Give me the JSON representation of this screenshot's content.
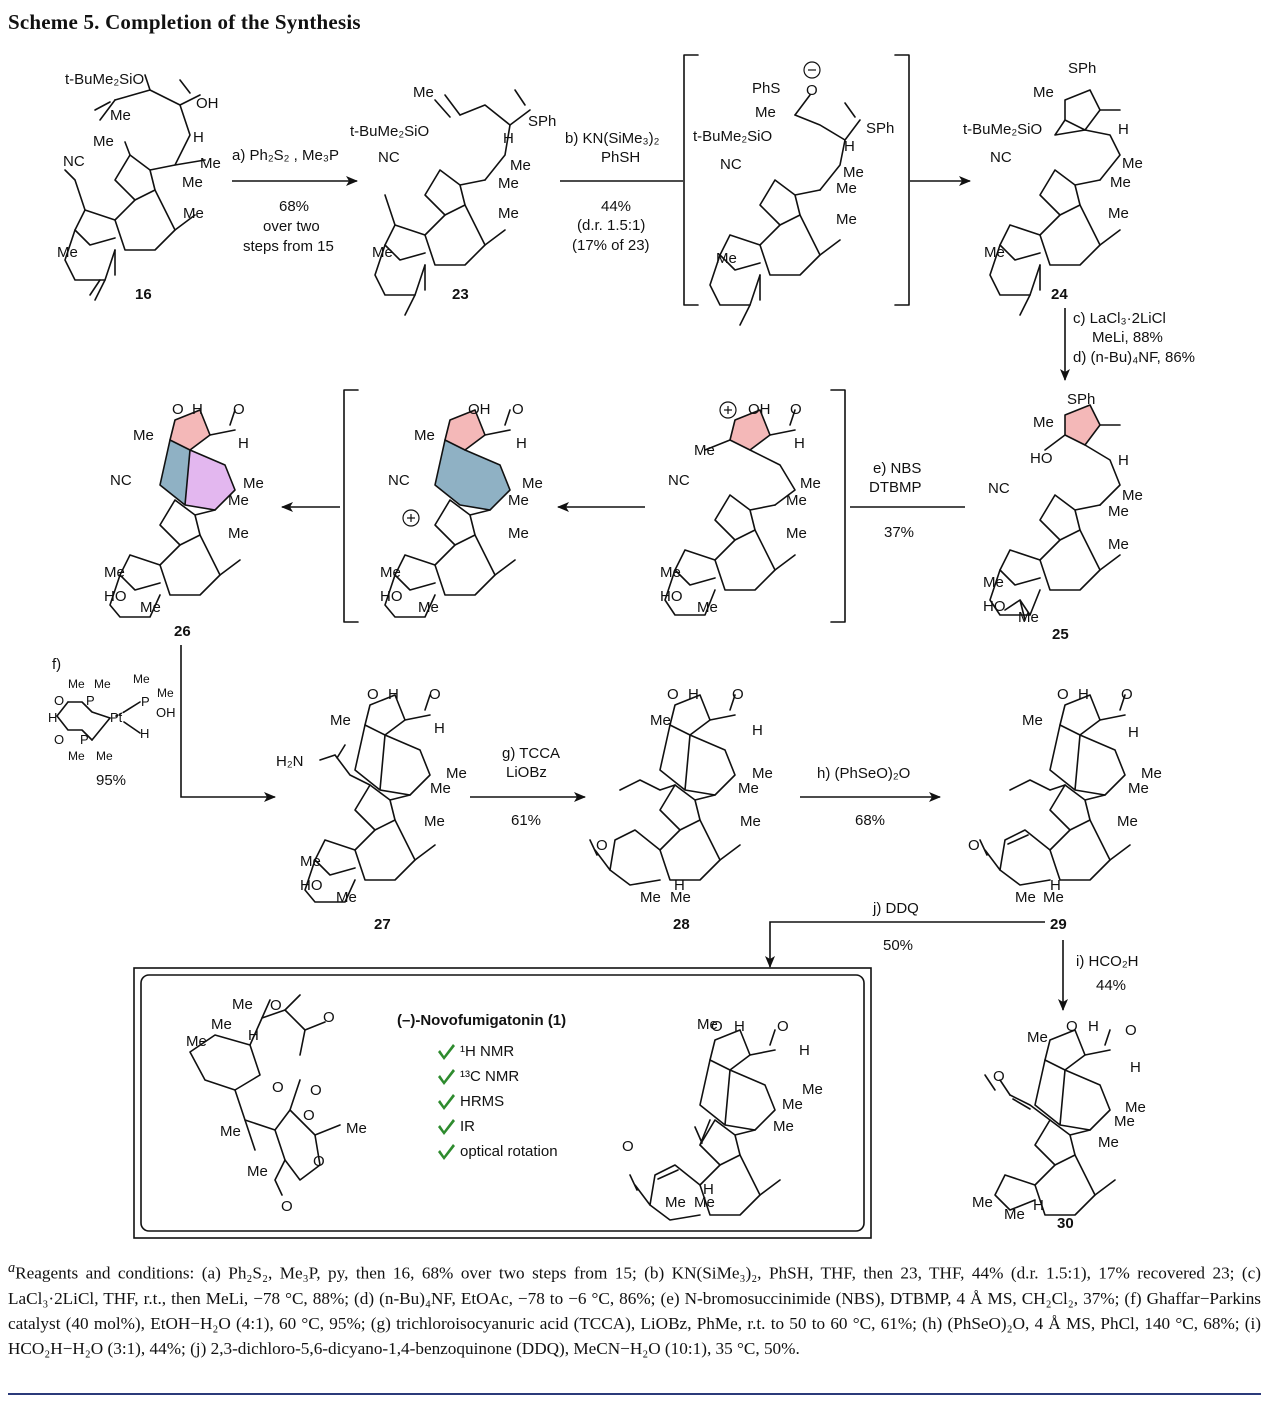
{
  "scheme_title": "Scheme 5. Completion of the Synthesis",
  "compounds": {
    "c16": "16",
    "c23": "23",
    "c24": "24",
    "c25": "25",
    "c26": "26",
    "c27": "27",
    "c28": "28",
    "c29": "29",
    "c30": "30"
  },
  "groups": {
    "tbs": "t-BuMe₂SiO",
    "me": "Me",
    "nc": "NC",
    "oh": "OH",
    "h": "H",
    "o": "O",
    "sph": "SPh",
    "phs": "PhS",
    "ho": "HO",
    "h2n": "H₂N",
    "pt": "Pt",
    "p": "P"
  },
  "steps": {
    "a": {
      "line1": "a) Ph₂S₂ , Me₃P",
      "line2": "68%",
      "line3": "over two",
      "line4": "steps from 15"
    },
    "b": {
      "line1": "b) KN(SiMe₃)₂",
      "line2": "PhSH",
      "line3": "44%",
      "line4": "(d.r. 1.5:1)",
      "line5": "(17% of 23)"
    },
    "cd": {
      "line1": "c) LaCl₃·2LiCl",
      "line2": "MeLi, 88%",
      "line3": "d) (n-Bu)₄NF, 86%"
    },
    "e": {
      "line1": "e) NBS",
      "line2": "DTBMP",
      "line3": "37%"
    },
    "f": {
      "label": "f)",
      "yield": "95%"
    },
    "g": {
      "line1": "g) TCCA",
      "line2": "LiOBz",
      "line3": "61%"
    },
    "h": {
      "line1": "h) (PhSeO)₂O",
      "line2": "68%"
    },
    "j": {
      "line1": "j) DDQ",
      "line2": "50%"
    },
    "i": {
      "line1": "i) HCO₂H",
      "line2": "44%"
    }
  },
  "product_box": {
    "name": "(–)-Novofumigatonin (1)",
    "checks": [
      "¹H NMR",
      "¹³C NMR",
      "HRMS",
      "IR",
      "optical rotation"
    ]
  },
  "footnote": {
    "marker": "a",
    "text": "Reagents and conditions: (a) Ph₂S₂, Me₃P, py, then 16, 68% over two steps from 15; (b) KN(SiMe₃)₂, PhSH, THF, then 23, THF, 44% (d.r. 1.5:1), 17% recovered 23; (c) LaCl₃·2LiCl, THF, r.t., then MeLi, −78 °C, 88%; (d) (n-Bu)₄NF, EtOAc, −78 to −6 °C, 86%; (e) N-bromosuccinimide (NBS), DTBMP, 4 Å MS, CH₂Cl₂, 37%; (f) Ghaffar−Parkins catalyst (40 mol%), EtOH−H₂O (4:1), 60 °C, 95%; (g) trichloroisocyanuric acid (TCCA), LiOBz, PhMe, r.t. to 50 to 60 °C, 61%; (h) (PhSeO)₂O, 4 Å MS, PhCl, 140 °C, 68%; (i) HCO₂H−H₂O (3:1), 44%; (j) 2,3-dichloro-5,6-dicyano-1,4-benzoquinone (DDQ), MeCN−H₂O (10:1), 35 °C, 50%."
  },
  "colors": {
    "pink_ring": "#f4b8b8",
    "blue_ring": "#8fb1c4",
    "violet_ring": "#e3b7ef",
    "check_green": "#2e8b2e",
    "rule": "#2b3a7a"
  }
}
